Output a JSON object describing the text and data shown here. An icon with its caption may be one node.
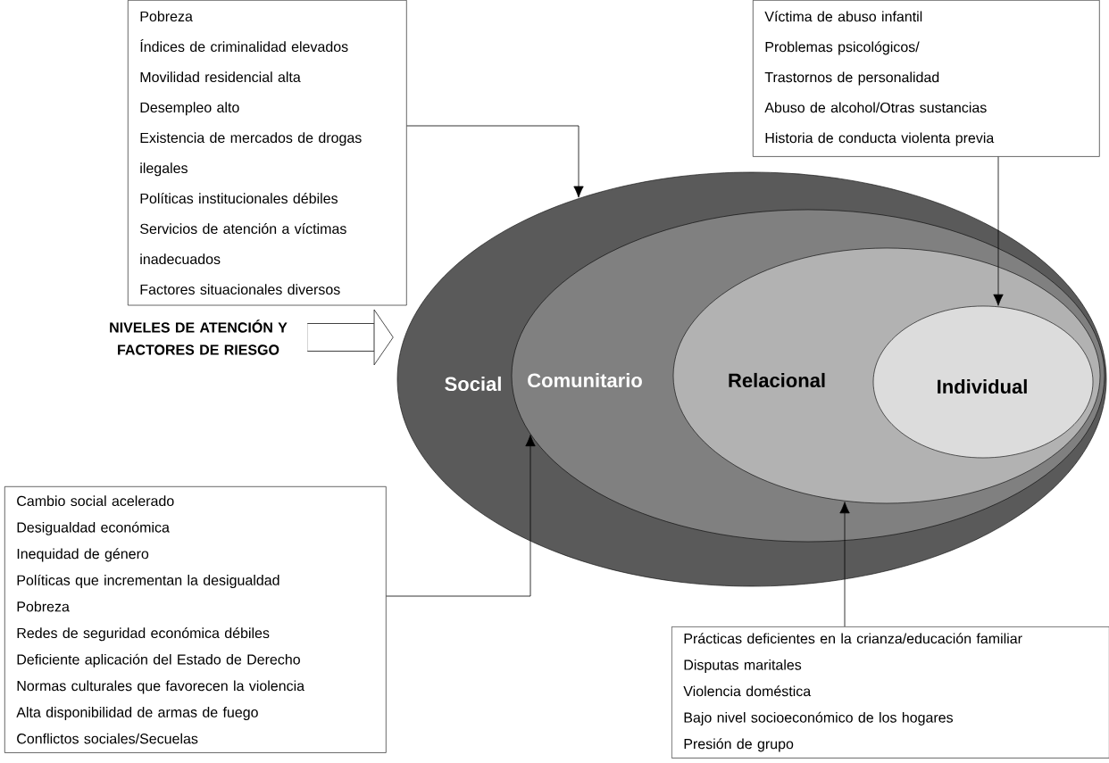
{
  "diagram": {
    "nodes": [
      {
        "text": [
          "NIVELES DE ATENCIÓN Y FACTORES DE RIESGO"
        ]
      },
      {
        "text": [
          "Social"
        ]
      },
      {
        "text": [
          "Comunitario"
        ],
        "in": 1
      },
      {
        "text": [
          "Relacional"
        ],
        "in": 2
      },
      {
        "text": [
          "Individual"
        ],
        "in": 3
      },
      {
        "text": [
          "Pobreza",
          "Índices de criminalidad elevados",
          "Movilidad residencial alta",
          "Desempleo alto",
          "Existencia de mercados de drogas ilegales",
          "Políticas institucionales débiles",
          "Servicios de atención a víctimas inadecuados",
          "Factores situacionales diversos"
        ]
      },
      {
        "text": [
          "Víctima de abuso infantil",
          "Problemas psicológicos/",
          "Trastornos de personalidad",
          "Abuso de alcohol/Otras sustancias",
          "Historia de conducta violenta previa"
        ]
      },
      {
        "text": [
          "Cambio social acelerado",
          "Desigualdad económica",
          "Inequidad de género",
          "Políticas que incrementan la desigualdad",
          "Pobreza",
          "Redes de seguridad económica débiles",
          "Deficiente aplicación del Estado de Derecho",
          "Normas culturales que favorecen la violencia",
          "Alta disponibilidad de armas de fuego",
          "Conflictos sociales/Secuelas"
        ]
      },
      {
        "text": [
          "Prácticas deficientes en la crianza/educación familiar",
          "Disputas maritales",
          "Violencia doméstica",
          "Bajo nivel socioeconómico de los hogares",
          "Presión de grupo"
        ]
      }
    ],
    "edges": [
      {
        "from": 0,
        "to": 1,
        "arrow": "to",
        "style": "thick"
      },
      {
        "from": 5,
        "to": 1,
        "arrow": "to"
      },
      {
        "from": 6,
        "to": 4,
        "arrow": "to"
      },
      {
        "from": 7,
        "to": 2,
        "arrow": "to"
      },
      {
        "from": 8,
        "to": 3,
        "arrow": "to"
      }
    ]
  }
}
